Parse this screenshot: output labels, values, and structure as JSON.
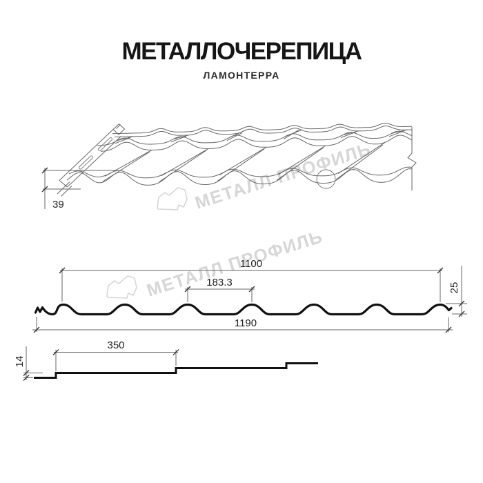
{
  "header": {
    "title": "МЕТАЛЛОЧЕРЕПИЦА",
    "subtitle": "ЛАМОНТЕРРА"
  },
  "watermark": {
    "brand": "МЕТАЛЛ ПРОФИЛЬ",
    "color": "#d6d6d6"
  },
  "figures": {
    "isometric_view": {
      "dims": {
        "edge_height": "39"
      }
    },
    "cross_section": {
      "dims": {
        "cover_width": "1100",
        "wave_pitch": "183.3",
        "profile_height": "25",
        "full_width": "1190"
      }
    },
    "side_profile": {
      "dims": {
        "step_length": "350",
        "step_height": "14"
      }
    }
  },
  "colors": {
    "line": "#666666",
    "profile": "#111111",
    "text": "#222222",
    "watermark": "#d6d6d6"
  }
}
